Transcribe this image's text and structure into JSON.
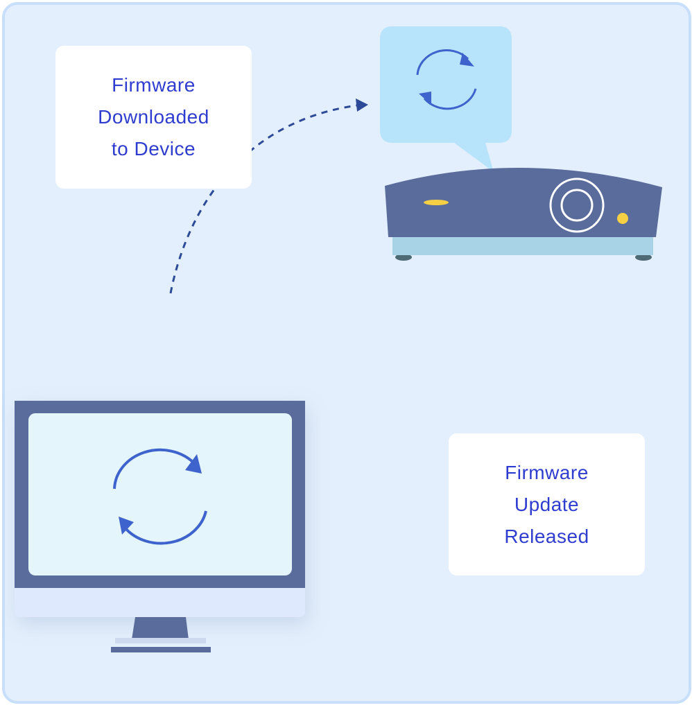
{
  "labels": {
    "downloaded": [
      "Firmware",
      "Downloaded",
      "to Device"
    ],
    "released": [
      "Firmware",
      "Update",
      "Released"
    ]
  },
  "icons": {
    "monitor": "sync-icon",
    "device": "sync-icon",
    "path": "dashed-arrow-icon"
  },
  "colors": {
    "background": "#e3effc",
    "border": "#c7dffa",
    "card": "#ffffff",
    "text": "#2e3ccf",
    "device_body": "#5a6c9c",
    "device_base": "#a8d3e6",
    "bubble": "#b7e4fa",
    "sync_arrow": "#3f63cc",
    "indicator": "#f5cf44"
  }
}
